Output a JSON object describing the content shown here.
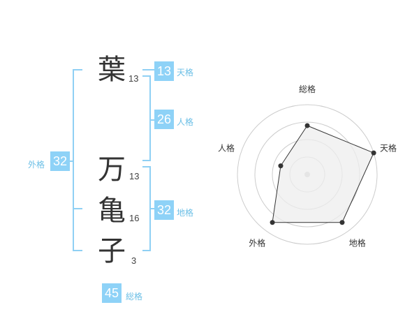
{
  "name_chars": [
    {
      "char": "葉",
      "strokes": "13"
    },
    {
      "char": "万",
      "strokes": "13"
    },
    {
      "char": "亀",
      "strokes": "16"
    },
    {
      "char": "子",
      "strokes": "3"
    }
  ],
  "kaku": {
    "tenkaku": {
      "value": "13",
      "label": "天格"
    },
    "jinkaku": {
      "value": "26",
      "label": "人格"
    },
    "chikaku": {
      "value": "32",
      "label": "地格"
    },
    "gaikaku": {
      "value": "32",
      "label": "外格"
    },
    "soukaku": {
      "value": "45",
      "label": "総格"
    }
  },
  "chart_data": {
    "type": "radar",
    "axes": [
      "総格",
      "天格",
      "地格",
      "外格",
      "人格"
    ],
    "values": [
      0.7,
      1.0,
      0.85,
      0.85,
      0.4
    ],
    "rings": 4,
    "colors": {
      "fill": "#eeeeee",
      "stroke": "#333333",
      "grid": "#cccccc",
      "center": "#cccccc"
    }
  }
}
